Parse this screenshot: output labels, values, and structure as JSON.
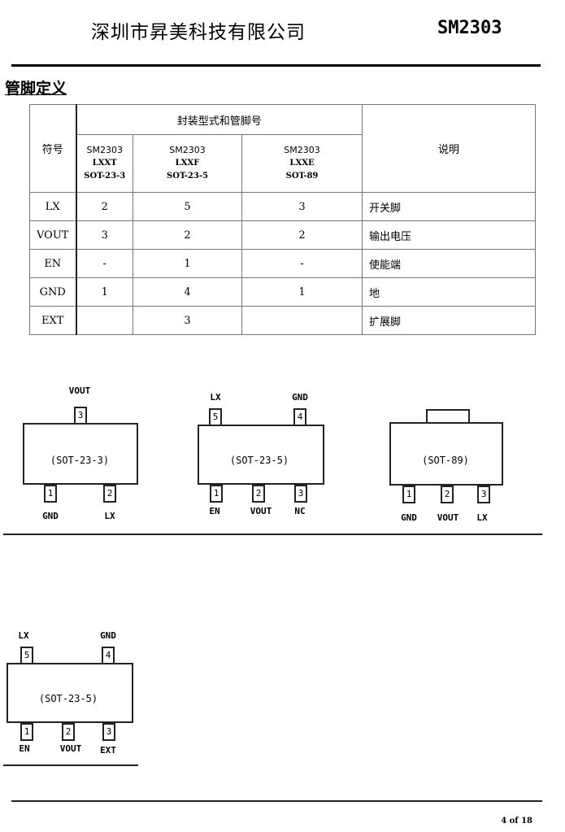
{
  "header": {
    "company": "深圳市昇美科技有限公司",
    "model": "SM2303"
  },
  "section_title": "管脚定义",
  "table": {
    "col_symbol": "符号",
    "col_pkg_group": "封装型式和管脚号",
    "col_desc": "说明",
    "packages": [
      {
        "chip": "SM2303",
        "code": "LXXT",
        "pkg": "SOT-23-3"
      },
      {
        "chip": "SM2303",
        "code": "LXXF",
        "pkg": "SOT-23-5"
      },
      {
        "chip": "SM2303",
        "code": "LXXE",
        "pkg": "SOT-89"
      }
    ],
    "rows": [
      {
        "symbol": "LX",
        "p1": "2",
        "p2": "5",
        "p3": "3",
        "desc": "开关脚"
      },
      {
        "symbol": "VOUT",
        "p1": "3",
        "p2": "2",
        "p3": "2",
        "desc": "输出电压"
      },
      {
        "symbol": "EN",
        "p1": "-",
        "p2": "1",
        "p3": "-",
        "desc": "使能端"
      },
      {
        "symbol": "GND",
        "p1": "1",
        "p2": "4",
        "p3": "1",
        "desc": "地"
      },
      {
        "symbol": "EXT",
        "p1": "",
        "p2": "3",
        "p3": "",
        "desc": "扩展脚"
      }
    ]
  },
  "diagrams": {
    "sot233": {
      "name": "(SOT-23-3)",
      "top_pin": {
        "num": "3",
        "label": "VOUT"
      },
      "bottom_pins": [
        {
          "num": "1",
          "label": "GND"
        },
        {
          "num": "2",
          "label": "LX"
        }
      ]
    },
    "sot235a": {
      "name": "(SOT-23-5)",
      "top_pins": [
        {
          "num": "5",
          "label": "LX"
        },
        {
          "num": "4",
          "label": "GND"
        }
      ],
      "bottom_pins": [
        {
          "num": "1",
          "label": "EN"
        },
        {
          "num": "2",
          "label": "VOUT"
        },
        {
          "num": "3",
          "label": "NC"
        }
      ]
    },
    "sot89": {
      "name": "(SOT-89)",
      "bottom_pins": [
        {
          "num": "1",
          "label": "GND"
        },
        {
          "num": "2",
          "label": "VOUT"
        },
        {
          "num": "3",
          "label": "LX"
        }
      ]
    },
    "sot235b": {
      "name": "(SOT-23-5)",
      "top_pins": [
        {
          "num": "5",
          "label": "LX"
        },
        {
          "num": "4",
          "label": "GND"
        }
      ],
      "bottom_pins": [
        {
          "num": "1",
          "label": "EN"
        },
        {
          "num": "2",
          "label": "VOUT"
        },
        {
          "num": "3",
          "label": "EXT"
        }
      ]
    }
  },
  "footer": {
    "page": "4 of 18"
  }
}
